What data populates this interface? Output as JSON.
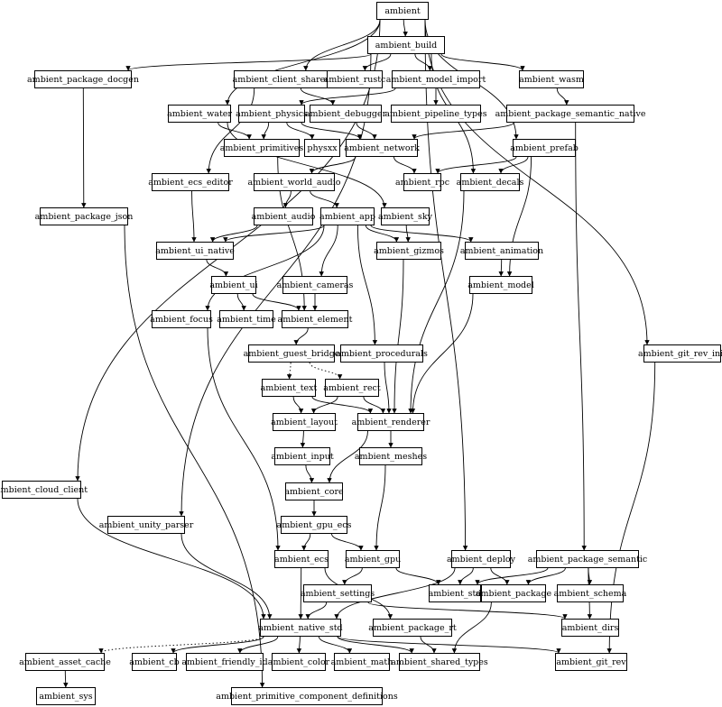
{
  "nodes": [
    {
      "id": "ambient",
      "label": "ambient"
    },
    {
      "id": "build",
      "label": "ambient_build"
    },
    {
      "id": "docgen",
      "label": "ambient_package_docgen"
    },
    {
      "id": "client_shared",
      "label": "ambient_client_shared"
    },
    {
      "id": "rustc",
      "label": "ambient_rustc"
    },
    {
      "id": "model_import",
      "label": "ambient_model_import"
    },
    {
      "id": "wasm",
      "label": "ambient_wasm"
    },
    {
      "id": "water",
      "label": "ambient_water"
    },
    {
      "id": "physics",
      "label": "ambient_physics"
    },
    {
      "id": "debugger",
      "label": "ambient_debugger"
    },
    {
      "id": "pipeline_types",
      "label": "ambient_pipeline_types"
    },
    {
      "id": "pkg_sem_native",
      "label": "ambient_package_semantic_native"
    },
    {
      "id": "primitives",
      "label": "ambient_primitives"
    },
    {
      "id": "physxx",
      "label": "physxx"
    },
    {
      "id": "network",
      "label": "ambient_network"
    },
    {
      "id": "prefab",
      "label": "ambient_prefab"
    },
    {
      "id": "ecs_editor",
      "label": "ambient_ecs_editor"
    },
    {
      "id": "world_audio",
      "label": "ambient_world_audio"
    },
    {
      "id": "rpc",
      "label": "ambient_rpc"
    },
    {
      "id": "decals",
      "label": "ambient_decals"
    },
    {
      "id": "pkg_json",
      "label": "ambient_package_json"
    },
    {
      "id": "audio",
      "label": "ambient_audio"
    },
    {
      "id": "app",
      "label": "ambient_app"
    },
    {
      "id": "sky",
      "label": "ambient_sky"
    },
    {
      "id": "ui_native",
      "label": "ambient_ui_native"
    },
    {
      "id": "gizmos",
      "label": "ambient_gizmos"
    },
    {
      "id": "animation",
      "label": "ambient_animation"
    },
    {
      "id": "ui",
      "label": "ambient_ui"
    },
    {
      "id": "cameras",
      "label": "ambient_cameras"
    },
    {
      "id": "model",
      "label": "ambient_model"
    },
    {
      "id": "focus",
      "label": "ambient_focus"
    },
    {
      "id": "time",
      "label": "ambient_time"
    },
    {
      "id": "element",
      "label": "ambient_element"
    },
    {
      "id": "guest_bridge",
      "label": "ambient_guest_bridge"
    },
    {
      "id": "procedurals",
      "label": "ambient_procedurals"
    },
    {
      "id": "git_rev_init",
      "label": "ambient_git_rev_init"
    },
    {
      "id": "text",
      "label": "ambient_text"
    },
    {
      "id": "rect",
      "label": "ambient_rect"
    },
    {
      "id": "layout",
      "label": "ambient_layout"
    },
    {
      "id": "renderer",
      "label": "ambient_renderer"
    },
    {
      "id": "input",
      "label": "ambient_input"
    },
    {
      "id": "meshes",
      "label": "ambient_meshes"
    },
    {
      "id": "cloud_client",
      "label": "ambient_cloud_client"
    },
    {
      "id": "core",
      "label": "ambient_core"
    },
    {
      "id": "unity_parser",
      "label": "ambient_unity_parser"
    },
    {
      "id": "gpu_ecs",
      "label": "ambient_gpu_ecs"
    },
    {
      "id": "ecs",
      "label": "ambient_ecs"
    },
    {
      "id": "gpu",
      "label": "ambient_gpu"
    },
    {
      "id": "deploy",
      "label": "ambient_deploy"
    },
    {
      "id": "pkg_semantic",
      "label": "ambient_package_semantic"
    },
    {
      "id": "settings",
      "label": "ambient_settings"
    },
    {
      "id": "std",
      "label": "ambient_std"
    },
    {
      "id": "package",
      "label": "ambient_package"
    },
    {
      "id": "schema",
      "label": "ambient_schema"
    },
    {
      "id": "native_std",
      "label": "ambient_native_std"
    },
    {
      "id": "pkg_rt",
      "label": "ambient_package_rt"
    },
    {
      "id": "dirs",
      "label": "ambient_dirs"
    },
    {
      "id": "asset_cache",
      "label": "ambient_asset_cache"
    },
    {
      "id": "cb",
      "label": "ambient_cb"
    },
    {
      "id": "friendly_id",
      "label": "ambient_friendly_id"
    },
    {
      "id": "color",
      "label": "ambient_color"
    },
    {
      "id": "math",
      "label": "ambient_math"
    },
    {
      "id": "shared_types",
      "label": "ambient_shared_types"
    },
    {
      "id": "git_rev",
      "label": "ambient_git_rev"
    },
    {
      "id": "sys",
      "label": "ambient_sys"
    },
    {
      "id": "prim_comp_defs",
      "label": "ambient_primitive_component_definitions"
    }
  ],
  "edges": [
    {
      "from": "ambient",
      "to": "build"
    },
    {
      "from": "ambient",
      "to": "cloud_client"
    },
    {
      "from": "ambient",
      "to": "client_shared"
    },
    {
      "from": "ambient",
      "to": "water"
    },
    {
      "from": "ambient",
      "to": "prefab"
    },
    {
      "from": "ambient",
      "to": "deploy"
    },
    {
      "from": "ambient",
      "to": "git_rev_init"
    },
    {
      "from": "build",
      "to": "docgen"
    },
    {
      "from": "build",
      "to": "rustc"
    },
    {
      "from": "build",
      "to": "model_import"
    },
    {
      "from": "build",
      "to": "wasm"
    },
    {
      "from": "build",
      "to": "decals"
    },
    {
      "from": "build",
      "to": "unity_parser"
    },
    {
      "from": "docgen",
      "to": "pkg_json"
    },
    {
      "from": "client_shared",
      "to": "debugger"
    },
    {
      "from": "client_shared",
      "to": "ecs_editor"
    },
    {
      "from": "model_import",
      "to": "physics"
    },
    {
      "from": "model_import",
      "to": "pipeline_types"
    },
    {
      "from": "wasm",
      "to": "pkg_sem_native"
    },
    {
      "from": "water",
      "to": "primitives"
    },
    {
      "from": "water",
      "to": "sky"
    },
    {
      "from": "physics",
      "to": "primitives"
    },
    {
      "from": "physics",
      "to": "physxx"
    },
    {
      "from": "physics",
      "to": "network"
    },
    {
      "from": "debugger",
      "to": "network"
    },
    {
      "from": "pkg_sem_native",
      "to": "network"
    },
    {
      "from": "pkg_sem_native",
      "to": "pkg_semantic"
    },
    {
      "from": "network",
      "to": "world_audio"
    },
    {
      "from": "network",
      "to": "rpc"
    },
    {
      "from": "prefab",
      "to": "rpc"
    },
    {
      "from": "prefab",
      "to": "decals"
    },
    {
      "from": "prefab",
      "to": "model"
    },
    {
      "from": "ecs_editor",
      "to": "ui_native"
    },
    {
      "from": "world_audio",
      "to": "audio"
    },
    {
      "from": "world_audio",
      "to": "app"
    },
    {
      "from": "primitives",
      "to": "element"
    },
    {
      "from": "pkg_json",
      "to": "prim_comp_defs"
    },
    {
      "from": "decals",
      "to": "renderer"
    },
    {
      "from": "audio",
      "to": "ui_native"
    },
    {
      "from": "app",
      "to": "ui_native"
    },
    {
      "from": "app",
      "to": "gizmos"
    },
    {
      "from": "app",
      "to": "animation"
    },
    {
      "from": "app",
      "to": "cameras"
    },
    {
      "from": "app",
      "to": "focus"
    },
    {
      "from": "app",
      "to": "procedurals"
    },
    {
      "from": "sky",
      "to": "gizmos"
    },
    {
      "from": "ui_native",
      "to": "ui"
    },
    {
      "from": "animation",
      "to": "model"
    },
    {
      "from": "ui",
      "to": "time"
    },
    {
      "from": "ui",
      "to": "element"
    },
    {
      "from": "cameras",
      "to": "element"
    },
    {
      "from": "gizmos",
      "to": "renderer"
    },
    {
      "from": "model",
      "to": "renderer"
    },
    {
      "from": "element",
      "to": "guest_bridge"
    },
    {
      "from": "focus",
      "to": "ecs"
    },
    {
      "from": "guest_bridge",
      "to": "text",
      "style": "dotted"
    },
    {
      "from": "guest_bridge",
      "to": "rect",
      "style": "dotted"
    },
    {
      "from": "text",
      "to": "layout"
    },
    {
      "from": "text",
      "to": "renderer"
    },
    {
      "from": "rect",
      "to": "layout"
    },
    {
      "from": "rect",
      "to": "renderer"
    },
    {
      "from": "procedurals",
      "to": "renderer"
    },
    {
      "from": "git_rev_init",
      "to": "git_rev"
    },
    {
      "from": "layout",
      "to": "input"
    },
    {
      "from": "renderer",
      "to": "meshes"
    },
    {
      "from": "renderer",
      "to": "core"
    },
    {
      "from": "input",
      "to": "core"
    },
    {
      "from": "meshes",
      "to": "gpu"
    },
    {
      "from": "core",
      "to": "gpu_ecs"
    },
    {
      "from": "gpu_ecs",
      "to": "ecs"
    },
    {
      "from": "gpu_ecs",
      "to": "gpu"
    },
    {
      "from": "cloud_client",
      "to": "native_std"
    },
    {
      "from": "unity_parser",
      "to": "native_std"
    },
    {
      "from": "ecs",
      "to": "native_std"
    },
    {
      "from": "ecs",
      "to": "pkg_rt"
    },
    {
      "from": "gpu",
      "to": "settings"
    },
    {
      "from": "gpu",
      "to": "std"
    },
    {
      "from": "deploy",
      "to": "std"
    },
    {
      "from": "deploy",
      "to": "package"
    },
    {
      "from": "deploy",
      "to": "native_std"
    },
    {
      "from": "pkg_semantic",
      "to": "std"
    },
    {
      "from": "pkg_semantic",
      "to": "package"
    },
    {
      "from": "pkg_semantic",
      "to": "schema"
    },
    {
      "from": "pkg_semantic",
      "to": "dirs"
    },
    {
      "from": "settings",
      "to": "native_std"
    },
    {
      "from": "settings",
      "to": "dirs"
    },
    {
      "from": "package",
      "to": "shared_types"
    },
    {
      "from": "native_std",
      "to": "asset_cache",
      "style": "dotted"
    },
    {
      "from": "native_std",
      "to": "cb"
    },
    {
      "from": "native_std",
      "to": "friendly_id"
    },
    {
      "from": "native_std",
      "to": "color"
    },
    {
      "from": "native_std",
      "to": "math"
    },
    {
      "from": "native_std",
      "to": "shared_types"
    },
    {
      "from": "native_std",
      "to": "git_rev"
    },
    {
      "from": "pkg_rt",
      "to": "shared_types"
    },
    {
      "from": "asset_cache",
      "to": "sys"
    }
  ]
}
